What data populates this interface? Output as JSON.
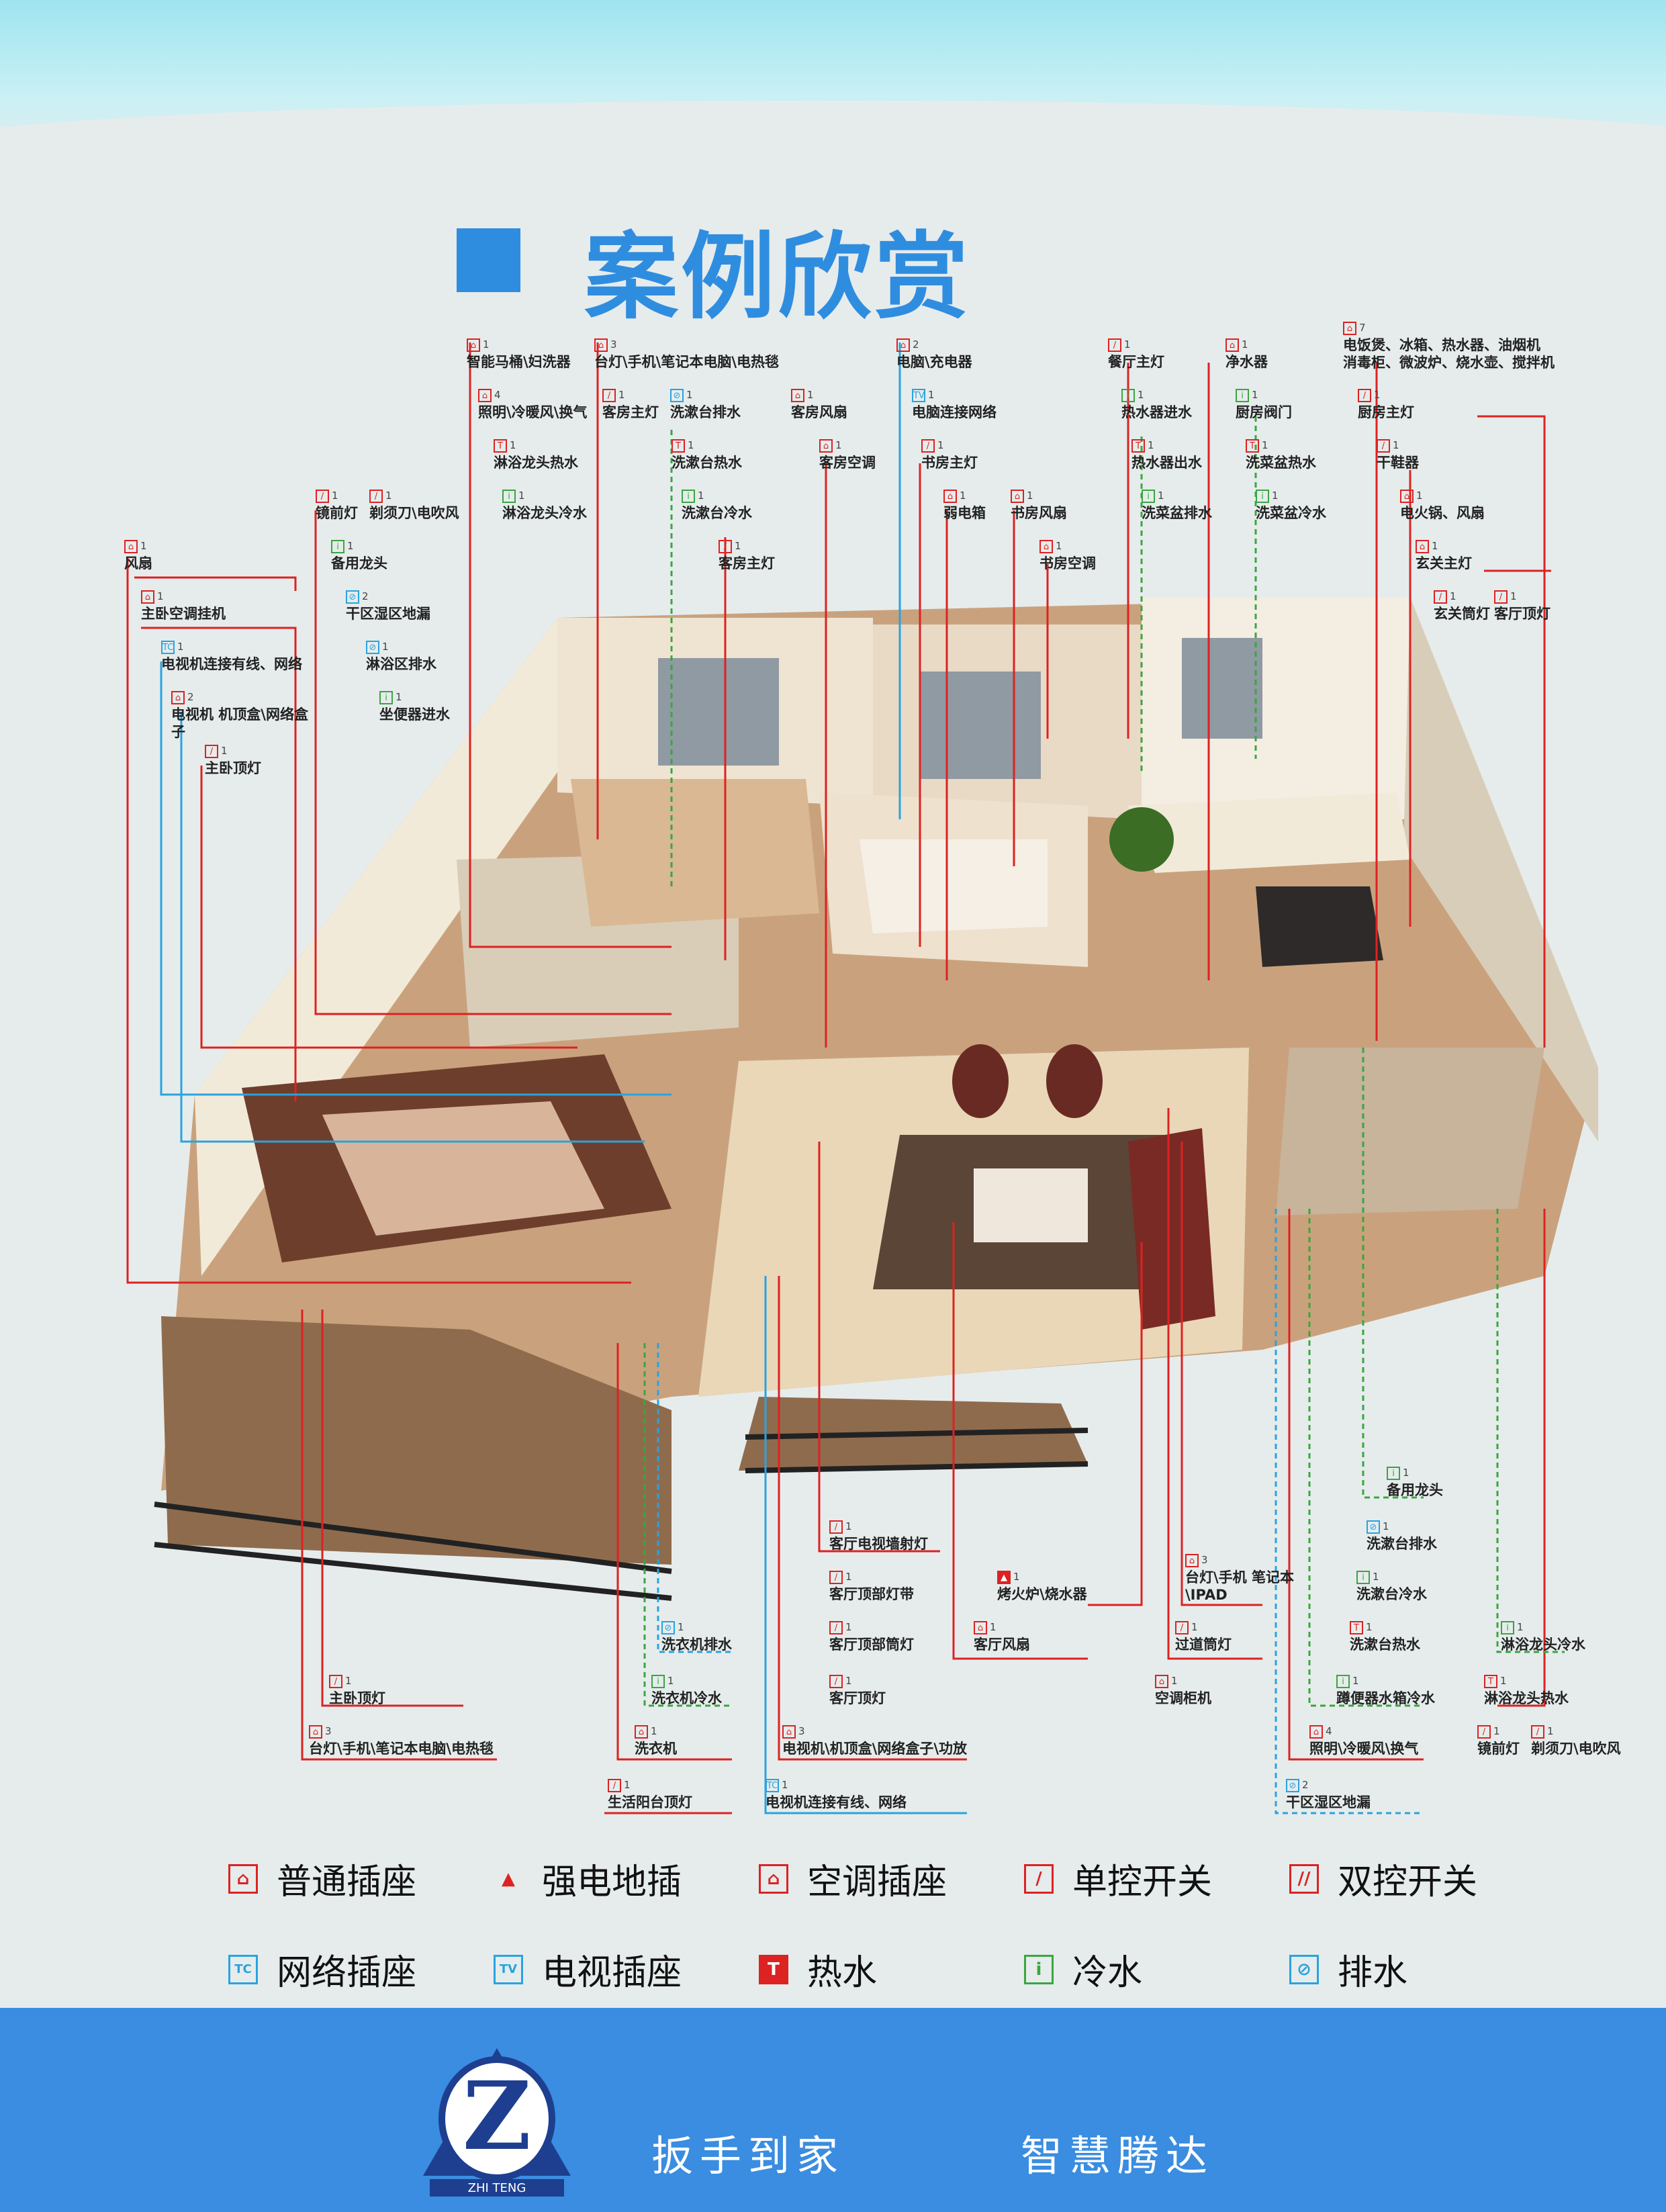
{
  "title": "案例欣赏",
  "labels_top": [
    {
      "icon": "socket",
      "count": "1",
      "text": "智能马桶\\妇洗器"
    },
    {
      "icon": "socket",
      "count": "3",
      "text": "台灯\\手机\\笔记本电脑\\电热毯"
    },
    {
      "icon": "socket",
      "count": "2",
      "text": "电脑\\充电器"
    },
    {
      "icon": "single-switch",
      "count": "1",
      "text": "餐厅主灯"
    },
    {
      "icon": "socket",
      "count": "1",
      "text": "净水器"
    },
    {
      "icon": "socket",
      "count": "7",
      "text": "电饭煲、冰箱、热水器、油烟机 消毒柜、微波炉、烧水壶、搅拌机"
    },
    {
      "icon": "ac",
      "count": "4",
      "text": "照明\\冷暖风\\换气"
    },
    {
      "icon": "single-switch",
      "count": "1",
      "text": "客房主灯"
    },
    {
      "icon": "drain",
      "count": "1",
      "text": "洗漱台排水"
    },
    {
      "icon": "ac",
      "count": "1",
      "text": "客房风扇"
    },
    {
      "icon": "tv",
      "count": "1",
      "text": "电脑连接网络"
    },
    {
      "icon": "cold",
      "count": "1",
      "text": "热水器进水"
    },
    {
      "icon": "cold",
      "count": "1",
      "text": "厨房阀门"
    },
    {
      "icon": "single-switch",
      "count": "1",
      "text": "厨房主灯"
    },
    {
      "icon": "hot",
      "count": "1",
      "text": "淋浴龙头热水"
    },
    {
      "icon": "hot",
      "count": "1",
      "text": "洗漱台热水"
    },
    {
      "icon": "ac",
      "count": "1",
      "text": "客房空调"
    },
    {
      "icon": "single-switch",
      "count": "1",
      "text": "书房主灯"
    },
    {
      "icon": "hot",
      "count": "1",
      "text": "热水器出水"
    },
    {
      "icon": "hot",
      "count": "1",
      "text": "洗菜盆热水"
    },
    {
      "icon": "single-switch",
      "count": "1",
      "text": "干鞋器"
    },
    {
      "icon": "cold",
      "count": "1",
      "text": "淋浴龙头冷水"
    },
    {
      "icon": "cold",
      "count": "1",
      "text": "洗漱台冷水"
    },
    {
      "icon": "ac",
      "count": "1",
      "text": "弱电箱"
    },
    {
      "icon": "socket",
      "count": "1",
      "text": "书房风扇"
    },
    {
      "icon": "cold",
      "count": "1",
      "text": "洗菜盆排水"
    },
    {
      "icon": "cold",
      "count": "1",
      "text": "洗菜盆冷水"
    },
    {
      "icon": "socket",
      "count": "1",
      "text": "电火锅、风扇"
    },
    {
      "icon": "single-switch",
      "count": "1",
      "text": "镜前灯"
    },
    {
      "icon": "single-switch",
      "count": "1",
      "text": "剃须刀\\电吹风"
    },
    {
      "icon": "single-switch",
      "count": "1",
      "text": "客房主灯"
    },
    {
      "icon": "socket",
      "count": "1",
      "text": "书房空调"
    },
    {
      "icon": "socket",
      "count": "1",
      "text": "玄关主灯"
    },
    {
      "icon": "cold",
      "count": "1",
      "text": "备用龙头"
    },
    {
      "icon": "socket",
      "count": "1",
      "text": "风扇"
    },
    {
      "icon": "drain",
      "count": "2",
      "text": "干区湿区地漏"
    },
    {
      "icon": "single-switch",
      "count": "1",
      "text": "玄关筒灯"
    },
    {
      "icon": "single-switch",
      "count": "1",
      "text": "客厅顶灯"
    },
    {
      "icon": "ac",
      "count": "1",
      "text": "主卧空调挂机"
    },
    {
      "icon": "drain",
      "count": "1",
      "text": "淋浴区排水"
    },
    {
      "icon": "tc-tv",
      "count": "1",
      "text": "电视机连接有线、网络"
    },
    {
      "icon": "cold",
      "count": "1",
      "text": "坐便器进水"
    },
    {
      "icon": "socket",
      "count": "2",
      "text": "电视机 机顶盒\\网络盒子"
    },
    {
      "icon": "single-switch",
      "count": "1",
      "text": "主卧顶灯"
    }
  ],
  "labels_bottom": [
    {
      "icon": "cold",
      "count": "1",
      "text": "备用龙头"
    },
    {
      "icon": "drain",
      "count": "1",
      "text": "洗漱台排水"
    },
    {
      "icon": "single-switch",
      "count": "1",
      "text": "客厅电视墙射灯"
    },
    {
      "icon": "floor",
      "count": "1",
      "text": "烤火炉\\烧水器"
    },
    {
      "icon": "socket",
      "count": "3",
      "text": "台灯\\手机 笔记本\\IPAD"
    },
    {
      "icon": "cold",
      "count": "1",
      "text": "洗漱台冷水"
    },
    {
      "icon": "single-switch",
      "count": "1",
      "text": "客厅顶部灯带"
    },
    {
      "icon": "hot",
      "count": "1",
      "text": "洗漱台热水"
    },
    {
      "icon": "single-switch",
      "count": "1",
      "text": "客厅顶部筒灯"
    },
    {
      "icon": "socket",
      "count": "1",
      "text": "客厅风扇"
    },
    {
      "icon": "single-switch",
      "count": "1",
      "text": "过道筒灯"
    },
    {
      "icon": "drain",
      "count": "1",
      "text": "洗衣机排水"
    },
    {
      "icon": "cold",
      "count": "1",
      "text": "淋浴龙头冷水"
    },
    {
      "icon": "single-switch",
      "count": "1",
      "text": "主卧顶灯"
    },
    {
      "icon": "cold",
      "count": "1",
      "text": "洗衣机冷水"
    },
    {
      "icon": "single-switch",
      "count": "1",
      "text": "客厅顶灯"
    },
    {
      "icon": "ac",
      "count": "1",
      "text": "空调柜机"
    },
    {
      "icon": "cold",
      "count": "1",
      "text": "蹲便器水箱冷水"
    },
    {
      "icon": "hot",
      "count": "1",
      "text": "淋浴龙头热水"
    },
    {
      "icon": "socket",
      "count": "3",
      "text": "台灯\\手机\\笔记本电脑\\电热毯"
    },
    {
      "icon": "socket",
      "count": "1",
      "text": "洗衣机"
    },
    {
      "icon": "socket",
      "count": "3",
      "text": "电视机\\机顶盒\\网络盒子\\功放"
    },
    {
      "icon": "ac",
      "count": "4",
      "text": "照明\\冷暖风\\换气"
    },
    {
      "icon": "single-switch",
      "count": "1",
      "text": "镜前灯"
    },
    {
      "icon": "single-switch",
      "count": "1",
      "text": "剃须刀\\电吹风"
    },
    {
      "icon": "single-switch",
      "count": "1",
      "text": "生活阳台顶灯"
    },
    {
      "icon": "tc-tv",
      "count": "1",
      "text": "电视机连接有线、网络"
    },
    {
      "icon": "drain",
      "count": "2",
      "text": "干区湿区地漏"
    }
  ],
  "legend": [
    {
      "icon": "socket",
      "label": "普通插座",
      "color": "#d22"
    },
    {
      "icon": "floor",
      "label": "强电地插",
      "color": "#d22"
    },
    {
      "icon": "ac",
      "label": "空调插座",
      "color": "#d22"
    },
    {
      "icon": "single-switch",
      "label": "单控开关",
      "color": "#d22"
    },
    {
      "icon": "double-switch",
      "label": "双控开关",
      "color": "#d22"
    },
    {
      "icon": "tc",
      "label": "网络插座",
      "color": "#29a3e0"
    },
    {
      "icon": "tv",
      "label": "电视插座",
      "color": "#29a3e0"
    },
    {
      "icon": "hot",
      "label": "热水",
      "color": "#d22"
    },
    {
      "icon": "cold",
      "label": "冷水",
      "color": "#3aa640"
    },
    {
      "icon": "drain",
      "label": "排水",
      "color": "#29a3e0"
    }
  ],
  "footer": {
    "brand": "ZHI TENG",
    "slogan1": "扳手到家",
    "slogan2": "智慧腾达"
  }
}
